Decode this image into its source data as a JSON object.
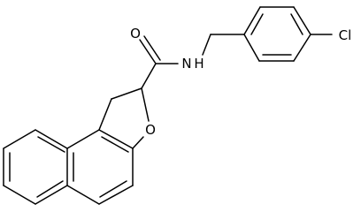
{
  "atoms": {
    "oxygen_carbonyl": "O",
    "nitrogen_amide": "N",
    "hydrogen_amide": "H",
    "chlorine": "Cl",
    "oxygen_ring": "O"
  }
}
